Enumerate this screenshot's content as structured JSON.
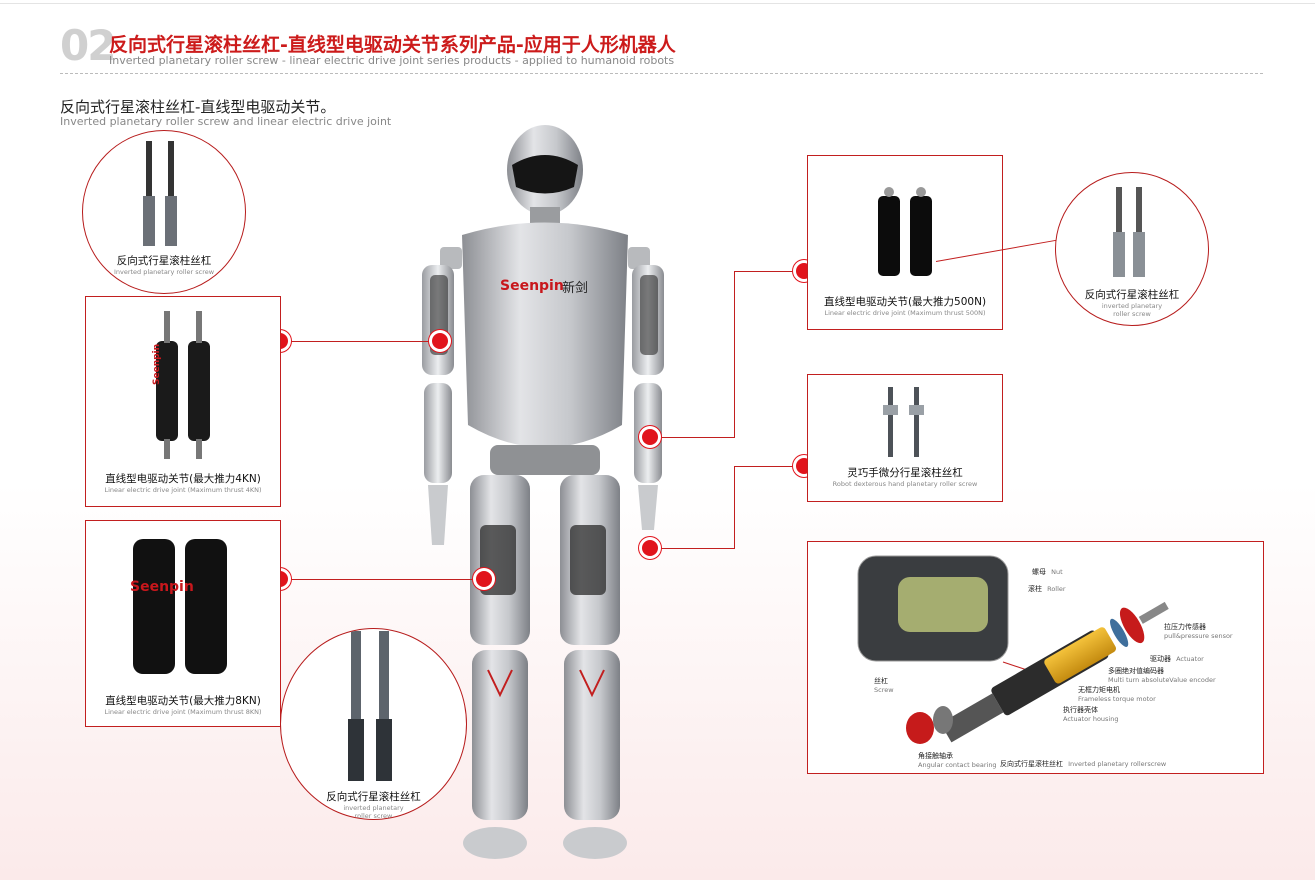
{
  "header": {
    "number": "02",
    "title": "反向式行星滚柱丝杠-直线型电驱动关节系列产品-应用于人形机器人",
    "subtitle": "Inverted planetary roller screw - linear electric drive joint series products - applied to humanoid robots"
  },
  "section": {
    "title": "反向式行星滚柱丝杠-直线型电驱动关节。",
    "subtitle": "Inverted planetary roller screw and linear electric drive joint"
  },
  "robot": {
    "brand": "Seenpin",
    "brand_cn": "新剑"
  },
  "callouts": {
    "left_circle_top": {
      "cn": "反向式行星滚柱丝杠",
      "en": "Inverted planetary roller screw"
    },
    "left_box_4kn": {
      "cn": "直线型电驱动关节(最大推力4KN)",
      "en": "Linear electric drive joint (Maximum thrust 4KN)",
      "product_text": "Seenpin"
    },
    "left_box_8kn": {
      "cn": "直线型电驱动关节(最大推力8KN)",
      "en": "Linear electric drive joint (Maximum thrust 8KN)",
      "product_text": "Seenpin"
    },
    "bottom_circle": {
      "cn": "反向式行星滚柱丝杠",
      "en1": "inverted planetary",
      "en2": "roller screw"
    },
    "right_box_500n": {
      "cn": "直线型电驱动关节(最大推力500N)",
      "en": "Linear electric drive joint (Maximum thrust 500N)"
    },
    "right_circle": {
      "cn": "反向式行星滚柱丝杠",
      "en1": "inverted planetary",
      "en2": "roller screw"
    },
    "right_box_hand": {
      "cn": "灵巧手微分行星滚柱丝杠",
      "en": "Robot dexterous hand planetary roller screw"
    }
  },
  "exploded": {
    "labels": [
      {
        "cn": "螺母",
        "en": "Nut"
      },
      {
        "cn": "滚柱",
        "en": "Roller"
      },
      {
        "cn": "拉压力传感器",
        "en": "pull&pressure sensor"
      },
      {
        "cn": "驱动器",
        "en": "Actuator"
      },
      {
        "cn": "多圈绝对值编码器",
        "en": "Multi turn absoluteValue encoder"
      },
      {
        "cn": "无框力矩电机",
        "en": "Frameless torque motor"
      },
      {
        "cn": "执行器壳体",
        "en": "Actuator housing"
      },
      {
        "cn": "丝杠",
        "en": "Screw"
      },
      {
        "cn": "角接触轴承",
        "en": "Angular contact bearing"
      },
      {
        "cn": "反向式行星滚柱丝杠",
        "en": "Inverted planetary rollerscrew"
      }
    ]
  },
  "colors": {
    "accent": "#c21f1f",
    "dot": "#e1141c",
    "title_num": "#d0d0d0"
  }
}
